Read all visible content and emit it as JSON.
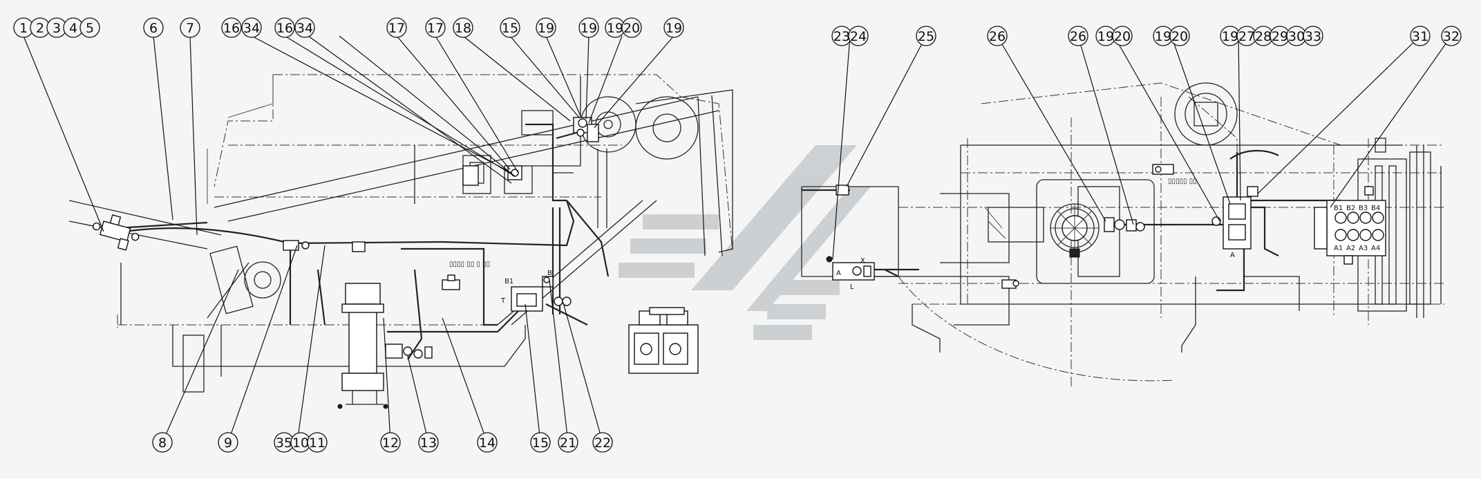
{
  "callouts_top_left": [
    "1",
    "2",
    "3",
    "4",
    "5",
    "6",
    "7",
    "16",
    "34",
    "16",
    "34",
    "17",
    "17",
    "18",
    "15",
    "19",
    "19",
    "19",
    "20",
    "19"
  ],
  "callouts_bottom_left": [
    "8",
    "9",
    "35",
    "10",
    "11",
    "12",
    "13",
    "14",
    "15",
    "21",
    "22"
  ],
  "callouts_top_right": [
    "23",
    "24",
    "25",
    "26",
    "26",
    "19",
    "20",
    "19",
    "20",
    "19",
    "27",
    "28",
    "29",
    "30",
    "33",
    "31",
    "32"
  ],
  "port_labels": {
    "b1": "B1",
    "b": "B",
    "t": "T",
    "a_left": "A",
    "x": "X",
    "l": "L",
    "a_right": "A"
  },
  "valve_labels": [
    "A1",
    "A2",
    "A3",
    "A4",
    "B1",
    "B2",
    "B3",
    "B4"
  ],
  "watermark": {
    "color": "#c9cdd0"
  }
}
